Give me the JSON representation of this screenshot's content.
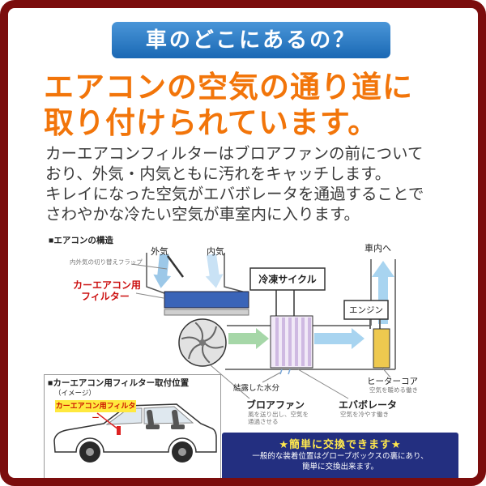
{
  "banner": {
    "label": "車のどこにあるの？"
  },
  "headline": {
    "line1": "エアコンの空気の通り道に",
    "line2": "取り付けられています。"
  },
  "body": {
    "lines": [
      "カーエアコンフィルターはブロアファンの前について",
      "おり、外気・内気ともに汚れをキャッチします。",
      "キレイになった空気がエバボレータを通過することで",
      "さわやかな冷たい空気が車室内に入ります。"
    ]
  },
  "diagram": {
    "title": "■エアコンの構造",
    "outside_air": "外気",
    "inside_air": "内気",
    "flap_note": "内外気の切り替えフラップ",
    "filter_label_1": "カーエアコン用",
    "filter_label_2": "フィルター",
    "refrigeration": "冷凍サイクル",
    "engine": "エンジン",
    "to_cabin": "車内へ",
    "heater_core": "ヒーターコア",
    "heater_note": "空気を暖める働き",
    "condensation": "結露した水分",
    "blower": "ブロアファン",
    "blower_note1": "風を送り出し、空気を",
    "blower_note2": "通過させる",
    "evaporator": "エバボレータ",
    "evap_note": "空気を冷やす働き"
  },
  "inset": {
    "title": "■カーエアコン用フィルター取付位置",
    "subtitle": "（イメージ）",
    "tag": "カーエアコン用フィルター"
  },
  "note": {
    "title": "★簡単に交換できます★",
    "line1": "一般的な装着位置はグローブボックスの裏にあり、",
    "line2": "簡単に交換出来ます。"
  },
  "colors": {
    "frame": "#7b0d0d",
    "banner_blue": "#1a68b4",
    "headline_orange": "#f2750a",
    "filter_blue": "#3a64b8",
    "evaporator_purple": "#e9daf1",
    "heater_yellow": "#eec94f",
    "note_navy": "#232f80",
    "tag_yellow": "#ffe93e",
    "accent_red": "#cc1100"
  }
}
